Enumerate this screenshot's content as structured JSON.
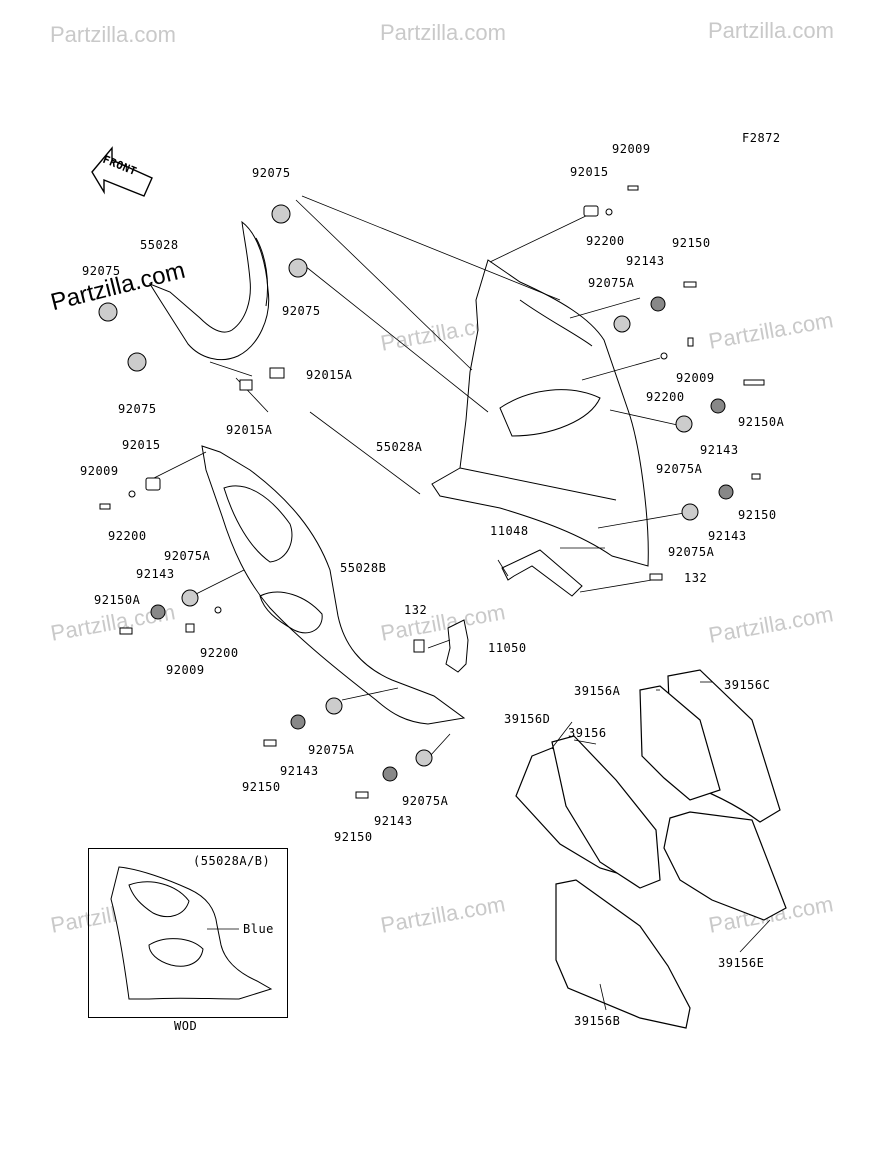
{
  "figure_code": "F2872",
  "logo_text": "Partzilla.com",
  "watermark_text": "Partzilla.com",
  "front_label": "FRONT",
  "inset": {
    "ref": "(55028A/B)",
    "color_label": "Blue",
    "code": "WOD"
  },
  "parts": {
    "p92009_a": "92009",
    "p92015_a": "92015",
    "p92200_a": "92200",
    "p92150_a": "92150",
    "p92143_a": "92143",
    "p92075A_a": "92075A",
    "p92009_b": "92009",
    "p92200_b": "92200",
    "p92150A_a": "92150A",
    "p92143_b": "92143",
    "p55028A": "55028A",
    "p92075A_b": "92075A",
    "p92150_b": "92150",
    "p92143_c": "92143",
    "p92075A_c": "92075A",
    "p11048": "11048",
    "p132_a": "132",
    "p92075_a": "92075",
    "p55028": "55028",
    "p92075_b": "92075",
    "p92075_c": "92075",
    "p92075_d": "92075",
    "p92015A_a": "92015A",
    "p92015A_b": "92015A",
    "p92015_b": "92015",
    "p92009_c": "92009",
    "p92200_c": "92200",
    "p92075A_d": "92075A",
    "p92143_d": "92143",
    "p55028B": "55028B",
    "p92150A_b": "92150A",
    "p92200_d": "92200",
    "p92009_d": "92009",
    "p132_b": "132",
    "p11050": "11050",
    "p92075A_e": "92075A",
    "p92143_e": "92143",
    "p92150_c": "92150",
    "p92075A_f": "92075A",
    "p92143_f": "92143",
    "p92150_d": "92150",
    "p39156A": "39156A",
    "p39156C": "39156C",
    "p39156D": "39156D",
    "p39156": "39156",
    "p39156E": "39156E",
    "p39156B": "39156B"
  }
}
